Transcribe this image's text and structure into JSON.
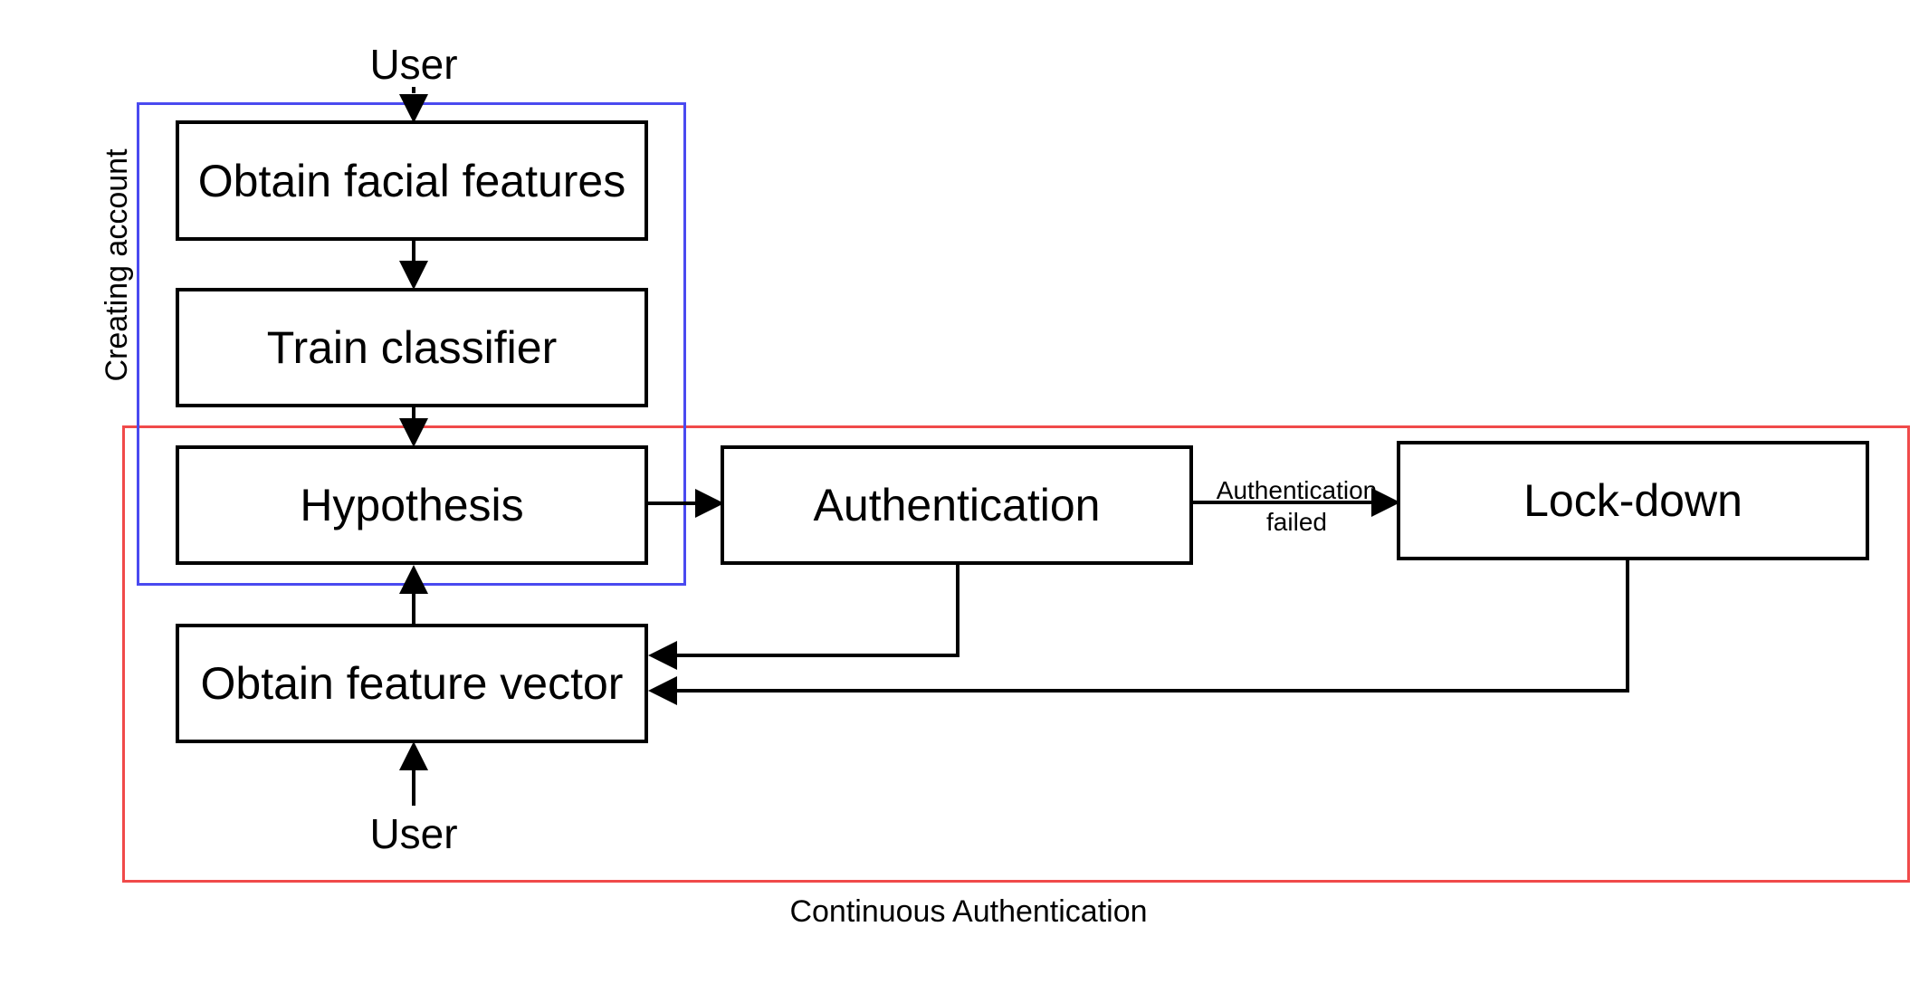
{
  "nodes": {
    "obtain_facial_features": "Obtain facial features",
    "train_classifier": "Train classifier",
    "hypothesis": "Hypothesis",
    "authentication": "Authentication",
    "lock_down": "Lock-down",
    "obtain_feature_vector": "Obtain feature vector"
  },
  "inputs": {
    "user_top": "User",
    "user_bottom": "User"
  },
  "edge_labels": {
    "auth_failed_line1": "Authentication",
    "auth_failed_line2": "failed"
  },
  "groups": {
    "creating_account": "Creating account",
    "continuous_authentication": "Continuous Authentication"
  },
  "colors": {
    "creating_account_frame": "#4a4af0",
    "continuous_authentication_frame": "#f04a4a",
    "box_border": "#000000",
    "arrow": "#000000"
  }
}
